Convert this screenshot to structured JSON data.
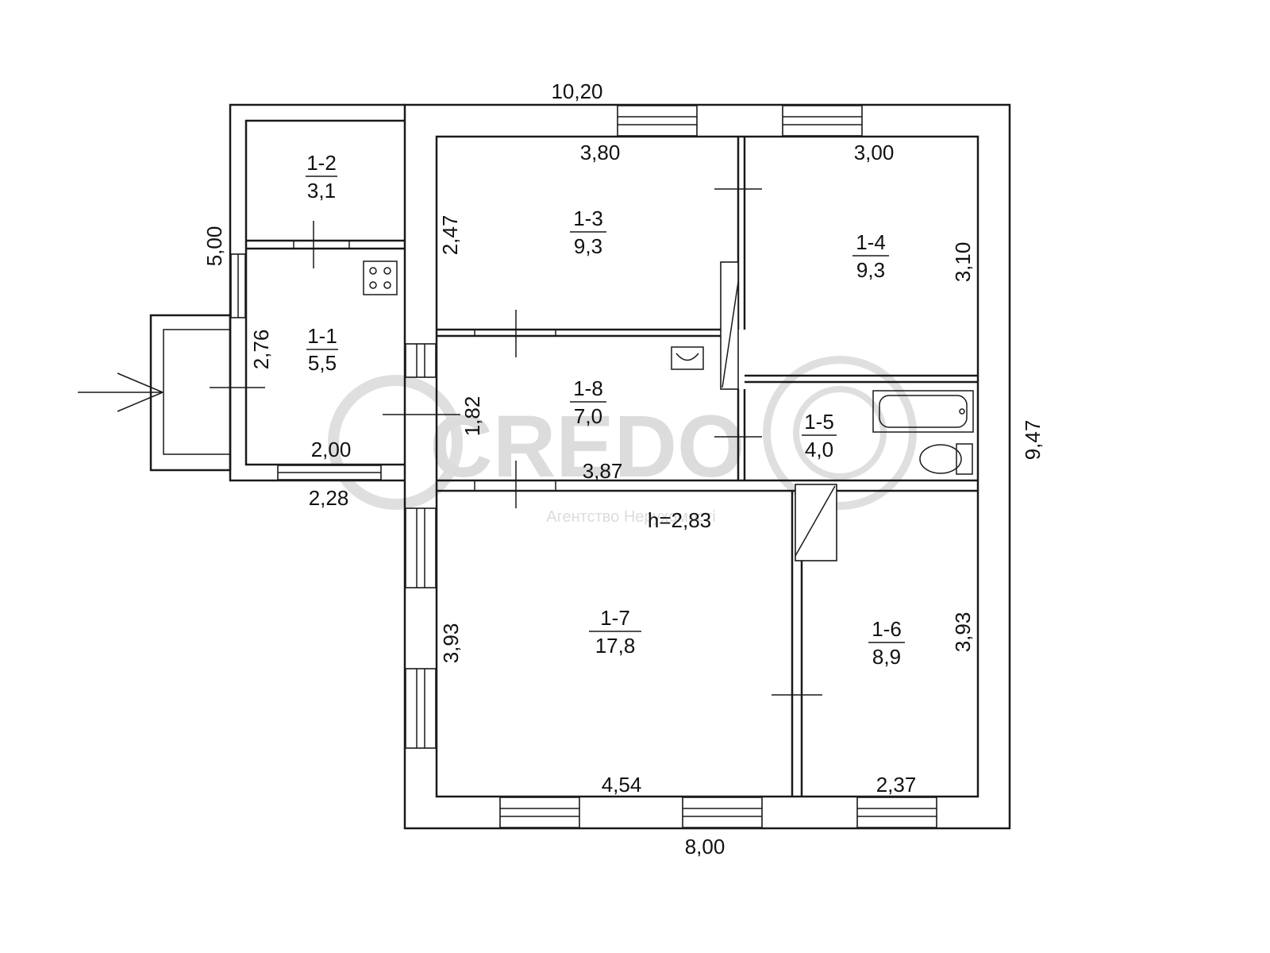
{
  "rooms": [
    {
      "id": "1-1",
      "area": "5,5"
    },
    {
      "id": "1-2",
      "area": "3,1"
    },
    {
      "id": "1-3",
      "area": "9,3"
    },
    {
      "id": "1-4",
      "area": "9,3"
    },
    {
      "id": "1-5",
      "area": "4,0"
    },
    {
      "id": "1-6",
      "area": "8,9"
    },
    {
      "id": "1-7",
      "area": "17,8"
    },
    {
      "id": "1-8",
      "area": "7,0"
    }
  ],
  "dimensions": {
    "overall_top": "10,20",
    "overall_bottom": "8,00",
    "overall_right": "9,47",
    "left_annex": "5,00",
    "r13_width": "3,80",
    "r14_width": "3,00",
    "r13_height": "2,47",
    "r14_height": "3,10",
    "r11_height": "2,76",
    "r11_width": "2,00",
    "annex_width": "2,28",
    "r18_height": "1,82",
    "r18_width": "3,87",
    "r17_height": "3,93",
    "r16_height": "3,93",
    "r17_width": "4,54",
    "r16_width": "2,37"
  },
  "ceiling_height": "h=2,83",
  "watermark": {
    "brand": "CREDO",
    "tagline": "Агентство Нерухомості"
  }
}
